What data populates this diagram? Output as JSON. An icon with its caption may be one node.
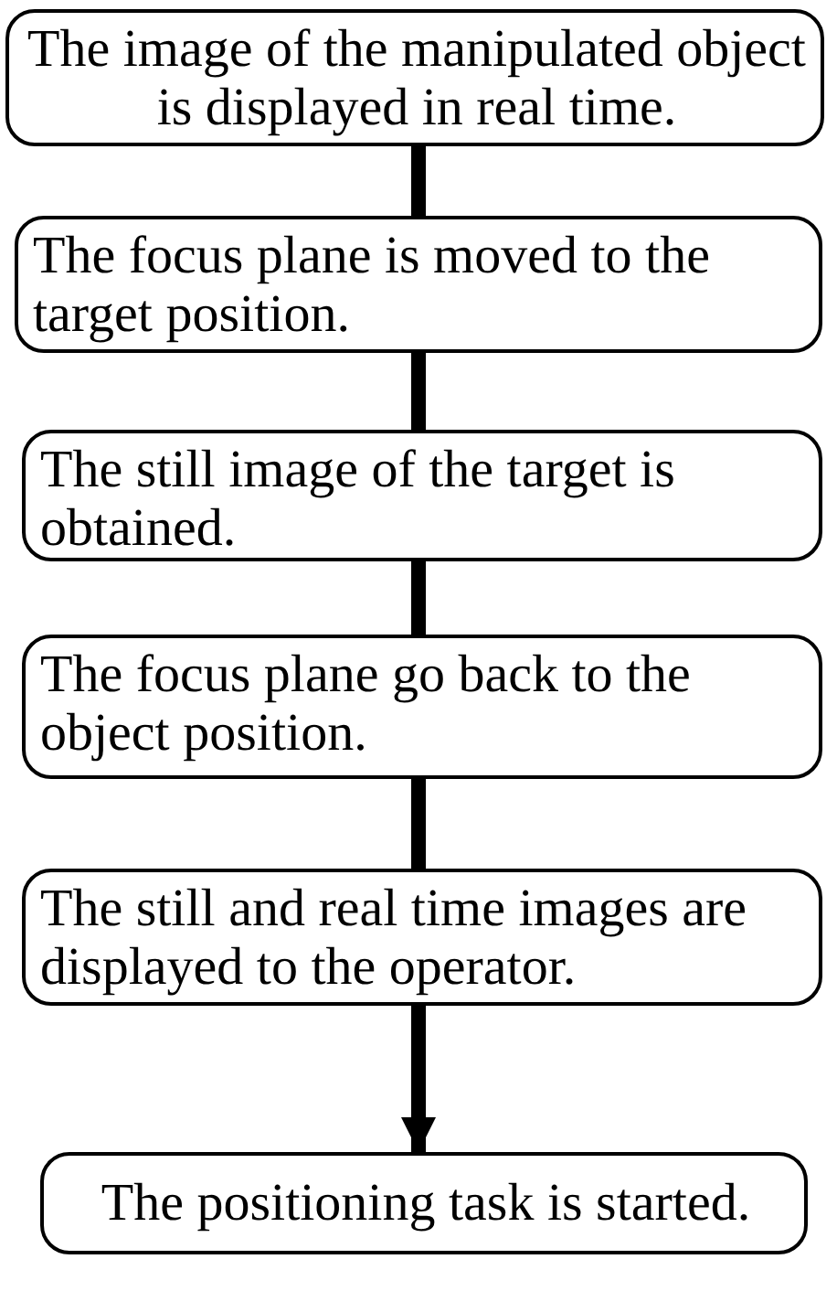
{
  "diagram": {
    "nodes": [
      {
        "text": [
          "The image of the manipulated object is displayed in real time."
        ]
      },
      {
        "text": [
          "The focus plane is moved to the target position."
        ]
      },
      {
        "text": [
          "The still image of the target is obtained."
        ]
      },
      {
        "text": [
          "The focus plane go back to the object position."
        ]
      },
      {
        "text": [
          "The still and real time images are displayed to the operator."
        ]
      },
      {
        "text": [
          "The positioning task is started."
        ]
      }
    ],
    "edges": [
      {
        "from": 0,
        "to": 1,
        "arrow": "none"
      },
      {
        "from": 1,
        "to": 2,
        "arrow": "none"
      },
      {
        "from": 2,
        "to": 3,
        "arrow": "none"
      },
      {
        "from": 3,
        "to": 4,
        "arrow": "none"
      },
      {
        "from": 4,
        "to": 5,
        "arrow": "to"
      }
    ]
  }
}
